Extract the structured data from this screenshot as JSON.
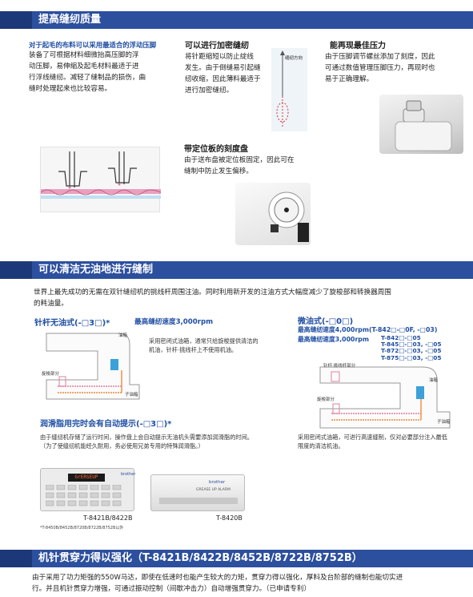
{
  "section1": {
    "title": "提高缝纫质量",
    "col1": {
      "heading_line1": "对于起毛的布料可以采用最适合的浮动压脚",
      "text": [
        "装备了可根据材料细微抬高压脚的浮",
        "动压脚，易伸缩及起毛材料最适于进",
        "行浮线缝纫。减轻了缝制品的损伤，曲",
        "缝时处理起来也比较容易。"
      ]
    },
    "col2": {
      "heading": "可以进行加密缝纫",
      "text": [
        "将针距缩短以防止绽线",
        "发生。由于倒缝易引起缝",
        "纫收缩，因此薄料最适于",
        "进行加密缝纫。"
      ],
      "diagram_label": "缝纫方向"
    },
    "col3": {
      "heading": "能再现最佳压力",
      "text": [
        "由于压脚调节螺丝添加了刻度，因此",
        "可通过数值管理压脚压力，再现时也",
        "易于正确理解。"
      ]
    },
    "col2b": {
      "heading": "带定位板的刻度盘",
      "text": [
        "由于送布盘被定位板固定，因此可在",
        "缝制中防止发生偏移。"
      ]
    }
  },
  "section2": {
    "title": "可以清洁无油地进行缝制",
    "intro": [
      "世界上最先成功的无需在双针缝纫机的挑线杆周围注油。同时利用新开发的注油方式大幅度减少了旋梭部和转换器周围",
      "的耗油量。"
    ],
    "left": {
      "heading1": "针杆无油式(-□3□)*",
      "heading2": "最高缝纫速度3,000rpm",
      "desc": [
        "采用密闭式油箱，通常只给旋梭提供清洁的",
        "机油，针杆·挑线杆上不使用机油。"
      ],
      "label_oil_tank": "油箱",
      "label_hook": "旋梭部分",
      "label_sub_tank": "子油箱"
    },
    "right": {
      "heading1": "微油式(-□0□)",
      "speed1": "最高缝纫速度4,000rpm(T-842□-□0F, -□03)",
      "speed2_prefix": "最高缝纫速度3,000rpm",
      "speed2_models": [
        "T-842□-□05",
        "T-845□-□03, -□05",
        "T-872□-□03, -□05",
        "T-875□-□03, -□05"
      ],
      "label_lever": "针杆·挑线杆部分",
      "label_oil_tank": "油箱",
      "label_hook": "旋梭部分",
      "label_sub_tank": "子油箱",
      "desc": [
        "采用密闭式油箱，可进行高速缝制，仅对必要部分注入最低",
        "限度的清洁机油。"
      ]
    },
    "grease": {
      "heading": "润滑脂用完时会有自动提示(-□3□)*",
      "desc": [
        "由于缝纫机存储了运行时间，操作盘上会自动提示无油机头需要添加润滑脂的时间。",
        "（为了使缝纫机能经久耐用，务必使用兄弟专用的特殊润滑脂。）"
      ],
      "panel_display": "GrERSEUP",
      "panel_brand": "brother",
      "caption_left": "T-8421B/8422B",
      "caption_left_note": "*T-8450B/8452B/8720B/8722B/8752B以外",
      "box_brand": "brother",
      "box_label": "GREASE UP ALARM",
      "caption_right": "T-8420B"
    }
  },
  "section3": {
    "title": "机针贯穿力得以强化（T-8421B/8422B/8452B/8722B/8752B）",
    "text": [
      "由于采用了功力矩强的550W马达，即使在低速时也能产生较大的力矩，贯穿力得以强化，厚料及台阶部的缝制也能切实进",
      "行。并且机针贯穿力增强，可通过振动控制（间歇冲击力）自动增强贯穿力。（已申请专利）"
    ]
  },
  "colors": {
    "banner": "#2c4f9e",
    "heading_blue": "#1f4ea3",
    "diagram_pink": "#e27fa0",
    "diagram_orange": "#f08a3c",
    "diagram_blue": "#3ba1d8"
  }
}
